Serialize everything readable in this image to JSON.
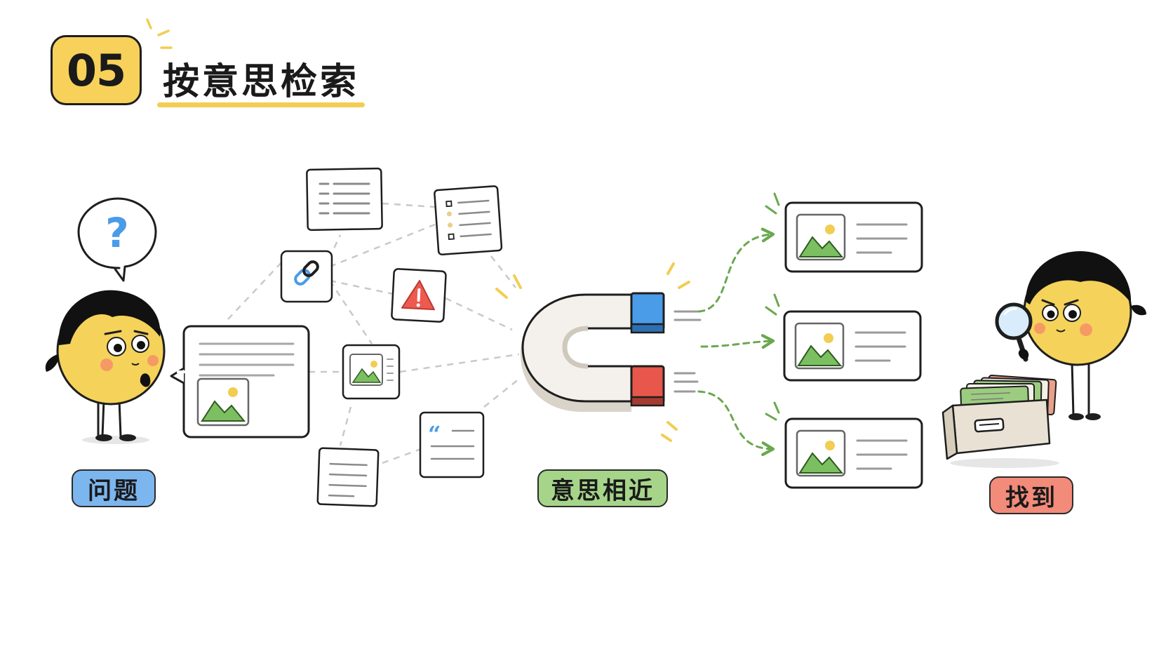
{
  "header": {
    "number": "05",
    "title": "按意思检索"
  },
  "labels": {
    "question": "问题",
    "similar_meaning": "意思相近",
    "found": "找到"
  },
  "colors": {
    "accent_yellow": "#f7d15a",
    "question_blue": "#7cb6ef",
    "similar_green": "#a6d58a",
    "found_red": "#f28b7a",
    "magnet_blue": "#4a9be8",
    "magnet_red": "#e8574b",
    "arrow_green": "#6aa84f",
    "warning_red": "#ee5a4f",
    "quote_blue": "#4a9be8"
  },
  "icons": {
    "question_bubble": "question-mark-icon",
    "link_card": "link-icon",
    "warning_card": "warning-icon",
    "quote_card": "quote-icon",
    "image_card": "image-icon",
    "magnet": "magnet-icon",
    "magnifier": "magnifying-glass-icon",
    "file_box": "file-box-icon",
    "checklist": "checklist-icon"
  }
}
